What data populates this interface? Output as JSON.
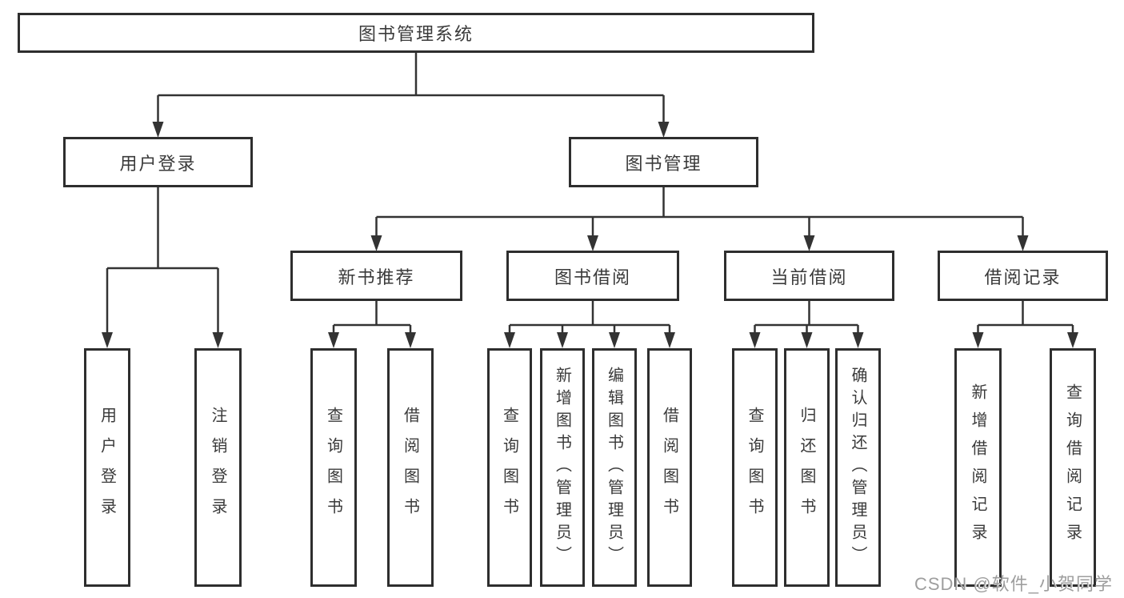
{
  "root": {
    "label": "图书管理系统"
  },
  "level2": [
    {
      "label": "用户登录"
    },
    {
      "label": "图书管理"
    }
  ],
  "level3": [
    {
      "label": "新书推荐"
    },
    {
      "label": "图书借阅"
    },
    {
      "label": "当前借阅"
    },
    {
      "label": "借阅记录"
    }
  ],
  "leaves": {
    "user_login": [
      {
        "label": "用户登录"
      },
      {
        "label": "注销登录"
      }
    ],
    "new_book_recommend": [
      {
        "label": "查询图书"
      },
      {
        "label": "借阅图书"
      }
    ],
    "book_borrow": [
      {
        "label": "查询图书"
      },
      {
        "label": "新增图书（管理员）"
      },
      {
        "label": "编辑图书（管理员）"
      },
      {
        "label": "借阅图书"
      }
    ],
    "current_borrow": [
      {
        "label": "查询图书"
      },
      {
        "label": "归还图书"
      },
      {
        "label": "确认归还（管理员）"
      }
    ],
    "borrow_records": [
      {
        "label": "新增借阅记录"
      },
      {
        "label": "查询借阅记录"
      }
    ]
  },
  "watermark": {
    "text": "CSDN @软件_小贺同学"
  },
  "colors": {
    "line": "#333333",
    "border": "#2e2e2e",
    "text": "#3a3a3a",
    "watermark": "#9e9e9e",
    "background": "#ffffff"
  }
}
